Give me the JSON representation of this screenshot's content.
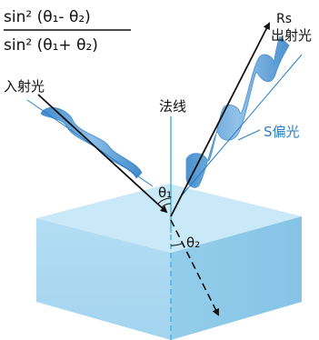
{
  "formula": {
    "numerator": "sin² (θ₁- θ₂)",
    "denominator": "sin² (θ₁+ θ₂)"
  },
  "labels": {
    "incident": "入射光",
    "reflected_symbol": "Rs",
    "reflected": "出射光",
    "normal": "法线",
    "s_polarized": "S偏光",
    "theta1": "θ₁",
    "theta2": "θ₂"
  },
  "colors": {
    "wave_fill": "#4a8fd0",
    "wave_line": "#2a7fc4",
    "normal_line": "#45aee0",
    "block_top": "#c7e7f7",
    "block_left": "#a9d8f1",
    "block_right": "#8fcbe9",
    "ray": "#111111"
  }
}
